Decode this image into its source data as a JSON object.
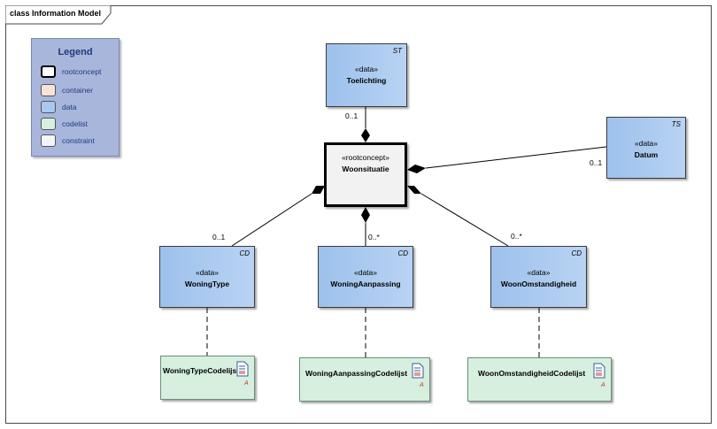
{
  "frame": {
    "title": "class Information Model"
  },
  "legend": {
    "title": "Legend",
    "items": [
      {
        "label": "rootconcept",
        "color": "#ffffff",
        "border": "#000000"
      },
      {
        "label": "container",
        "color": "#f7e3d9",
        "border": "#555555"
      },
      {
        "label": "data",
        "color": "#a8c8ef",
        "border": "#555555"
      },
      {
        "label": "codelist",
        "color": "#d6efdf",
        "border": "#555555"
      },
      {
        "label": "constraint",
        "color": "#f4f4fb",
        "border": "#555555"
      }
    ]
  },
  "classes": {
    "toelichting": {
      "stereotype": "«data»",
      "name": "Toelichting",
      "tag": "ST"
    },
    "datum": {
      "stereotype": "«data»",
      "name": "Datum",
      "tag": "TS"
    },
    "woonsituatie": {
      "stereotype": "«rootconcept»",
      "name": "Woonsituatie"
    },
    "woningtype": {
      "stereotype": "«data»",
      "name": "WoningType",
      "tag": "CD"
    },
    "woningaanpassing": {
      "stereotype": "«data»",
      "name": "WoningAanpassing",
      "tag": "CD"
    },
    "woonomstandigheid": {
      "stereotype": "«data»",
      "name": "WoonOmstandigheid",
      "tag": "CD"
    }
  },
  "codelists": {
    "woningtype": {
      "name": "WoningTypeCodelijst"
    },
    "woningaanpassing": {
      "name": "WoningAanpassingCodelijst"
    },
    "woonomstandigheid": {
      "name": "WoonOmstandigheidCodelijst"
    }
  },
  "multiplicities": {
    "toelichting": "0..1",
    "datum": "0..1",
    "woningtype": "0..1",
    "woningaanpassing": "0..*",
    "woonomstandigheid": "0..*"
  },
  "icons": {
    "codelist": "document-icon",
    "abstract_marker": "A"
  },
  "colors": {
    "data_fill": "#a8c8ef",
    "root_fill": "#f2f2f2",
    "codelist_fill": "#d6efdf",
    "legend_bg": "#a9b6dc",
    "legend_text": "#1f3a7a"
  }
}
